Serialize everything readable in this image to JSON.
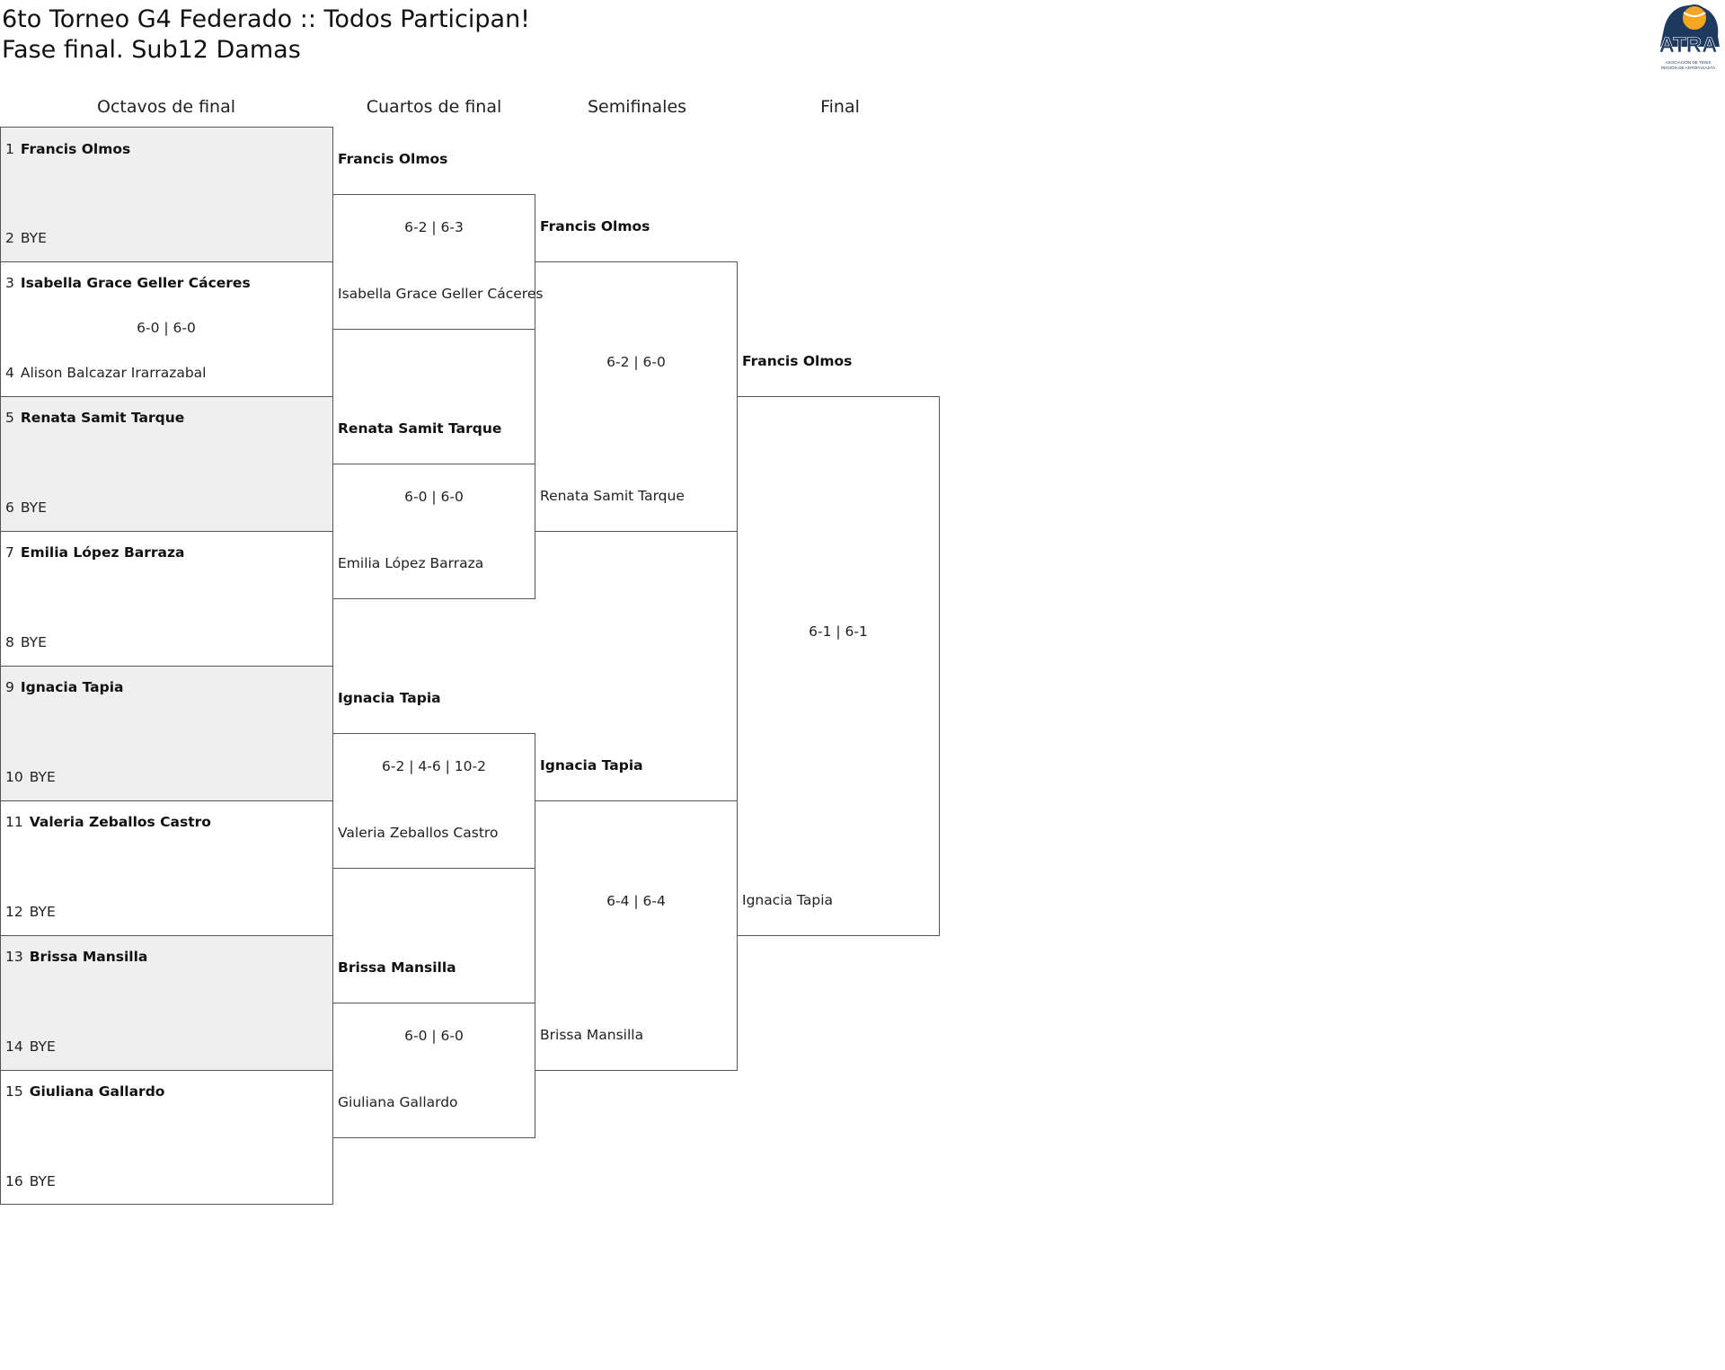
{
  "header": {
    "title": "6to Torneo G4 Federado :: Todos Participan!",
    "subtitle": "Fase final. Sub12 Damas",
    "logo_text": "ATRA",
    "logo_subtext": "ASOCIACIÓN DE TENIS REGIÓN DE ANTOFAGASTA"
  },
  "rounds": [
    "Octavos de final",
    "Cuartos de final",
    "Semifinales",
    "Final"
  ],
  "octavos": [
    {
      "seed": "1",
      "name": "Francis Olmos",
      "winner": true
    },
    {
      "seed": "2",
      "name": "BYE",
      "winner": false
    },
    {
      "seed": "3",
      "name": "Isabella Grace Geller Cáceres",
      "winner": true
    },
    {
      "seed": "4",
      "name": "Alison Balcazar Irarrazabal",
      "winner": false
    },
    {
      "seed": "5",
      "name": "Renata Samit Tarque",
      "winner": true
    },
    {
      "seed": "6",
      "name": "BYE",
      "winner": false
    },
    {
      "seed": "7",
      "name": "Emilia López Barraza",
      "winner": true
    },
    {
      "seed": "8",
      "name": "BYE",
      "winner": false
    },
    {
      "seed": "9",
      "name": "Ignacia Tapia",
      "winner": true
    },
    {
      "seed": "10",
      "name": "BYE",
      "winner": false
    },
    {
      "seed": "11",
      "name": "Valeria Zeballos Castro",
      "winner": true
    },
    {
      "seed": "12",
      "name": "BYE",
      "winner": false
    },
    {
      "seed": "13",
      "name": "Brissa Mansilla",
      "winner": true
    },
    {
      "seed": "14",
      "name": "BYE",
      "winner": false
    },
    {
      "seed": "15",
      "name": "Giuliana Gallardo",
      "winner": true
    },
    {
      "seed": "16",
      "name": "BYE",
      "winner": false
    }
  ],
  "octavos_scores": [
    "",
    "6-0 | 6-0",
    "",
    "",
    "",
    "",
    "",
    ""
  ],
  "cuartos": {
    "players": [
      "Francis Olmos",
      "Isabella Grace Geller Cáceres",
      "Renata Samit Tarque",
      "Emilia López Barraza",
      "Ignacia Tapia",
      "Valeria Zeballos Castro",
      "Brissa Mansilla",
      "Giuliana Gallardo"
    ],
    "scores": [
      "6-2 | 6-3",
      "6-0 | 6-0",
      "6-2 | 4-6 | 10-2",
      "6-0 | 6-0"
    ]
  },
  "semis": {
    "players": [
      "Francis Olmos",
      "Renata Samit Tarque",
      "Ignacia Tapia",
      "Brissa Mansilla"
    ],
    "scores": [
      "6-2 | 6-0",
      "6-4 | 6-4"
    ]
  },
  "final": {
    "players": [
      "Francis Olmos",
      "Ignacia Tapia"
    ],
    "score": "6-1 | 6-1"
  }
}
